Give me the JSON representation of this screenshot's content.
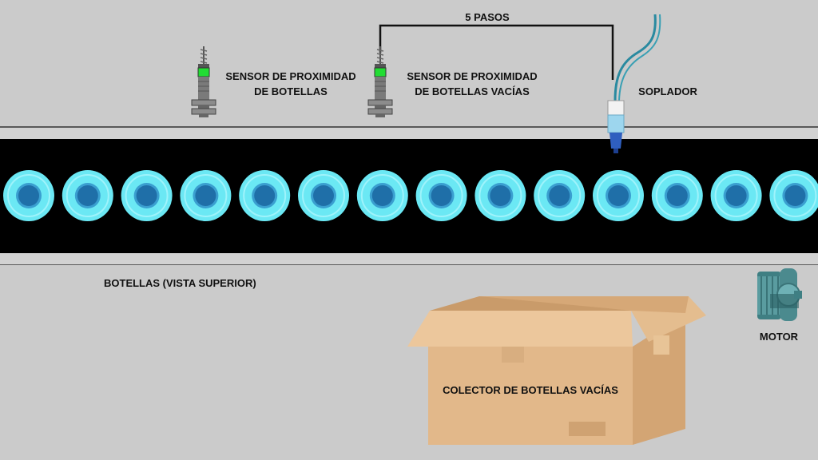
{
  "labels": {
    "steps": "5 PASOS",
    "sensor1_line1": "SENSOR DE PROXIMIDAD",
    "sensor1_line2": "DE BOTELLAS",
    "sensor2_line1": "SENSOR DE PROXIMIDAD",
    "sensor2_line2": "DE BOTELLAS VACÍAS",
    "blower": "SOPLADOR",
    "bottles_view": "BOTELLAS (VISTA SUPERIOR)",
    "motor": "MOTOR",
    "collector": "COLECTOR DE BOTELLAS VACÍAS"
  },
  "conveyor": {
    "bottle_count": 14
  },
  "colors": {
    "background": "#cbcbcb",
    "belt": "#000000",
    "bottle_outer": "#6be8f4",
    "bottle_inner": "#1f6fa8",
    "sensor_led": "#22dd33",
    "box": "#e2b88a",
    "motor": "#4b8a8e",
    "hose": "#2a8aa0"
  }
}
